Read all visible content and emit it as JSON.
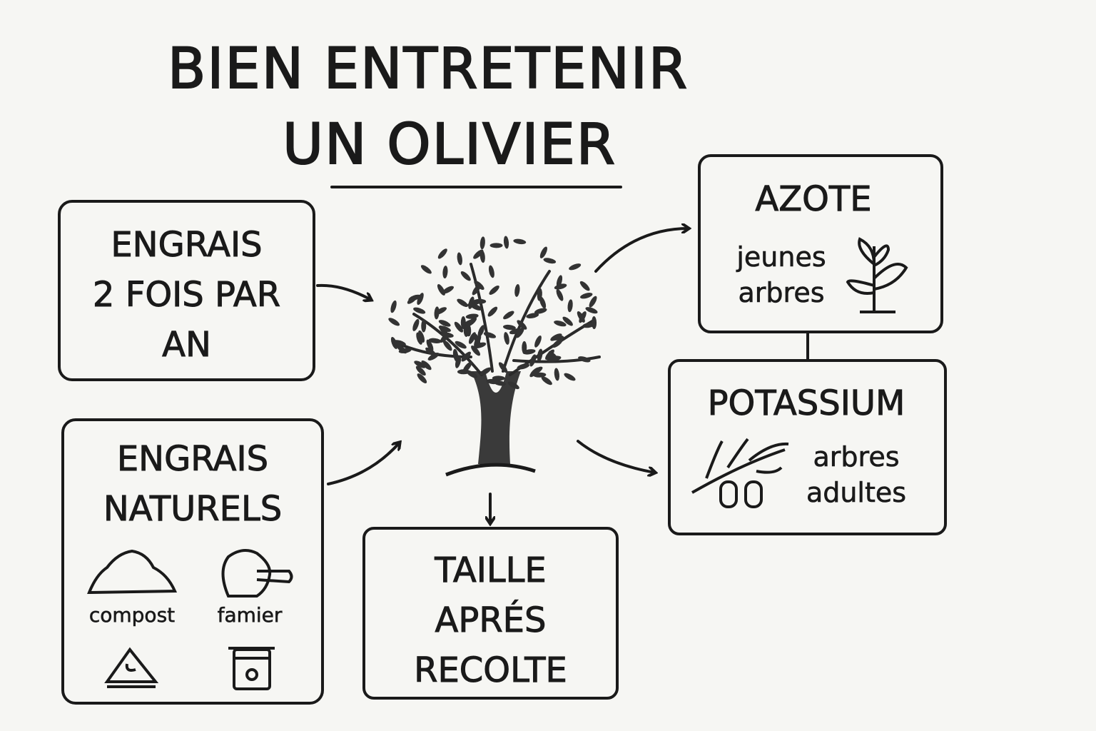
{
  "title": {
    "line1": "BIEN ENTRETENIR",
    "line2": "UN OLIVIER"
  },
  "boxes": {
    "engrais_freq": {
      "line1": "ENGRAIS",
      "line2": "2 FOIS PAR",
      "line3": "AN"
    },
    "engrais_naturels": {
      "line1": "ENGRAIS",
      "line2": "NATURELS",
      "item1": "compost",
      "item2": "famier"
    },
    "taille": {
      "line1": "TAILLE",
      "line2": "APRÉS",
      "line3": "RECOLTE"
    },
    "azote": {
      "heading": "AZOTE",
      "line1": "jeunes",
      "line2": "arbres"
    },
    "potassium": {
      "heading": "POTASSIUM",
      "line1": "arbres",
      "line2": "adultes"
    }
  },
  "icons": [
    "olive-tree-icon",
    "compost-pile-icon",
    "manure-shovel-icon",
    "triangle-bag-icon",
    "jar-icon",
    "seedling-icon",
    "olive-branch-icon"
  ],
  "colors": {
    "background": "#f6f6f3",
    "ink": "#1a1a1a"
  }
}
